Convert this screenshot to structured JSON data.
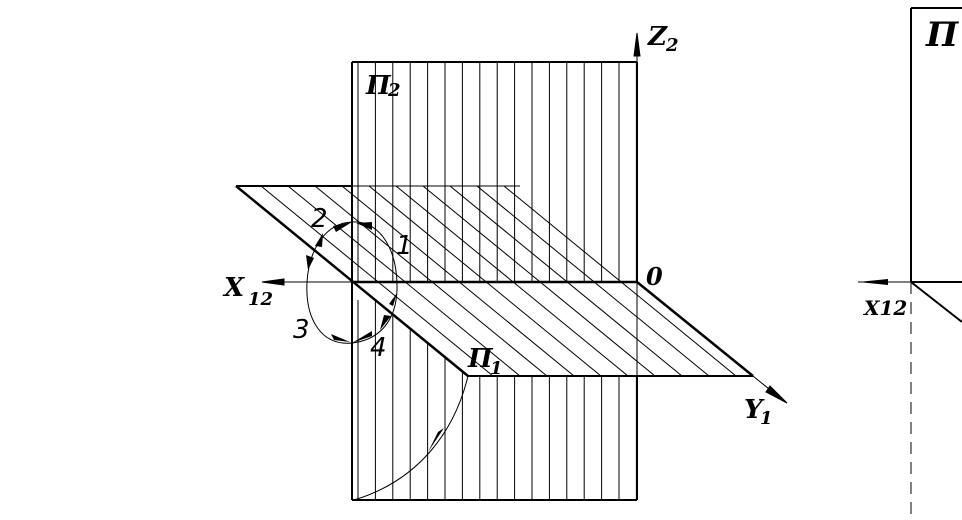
{
  "labels": {
    "z_axis": "Z",
    "z_sub": "2",
    "x_axis": "X",
    "x_sub": "12",
    "y_axis": "Y",
    "y_sub": "1",
    "origin": "0",
    "plane_frontal": "Π",
    "plane_frontal_sub": "2",
    "plane_horizontal": "Π",
    "plane_horizontal_sub": "1",
    "quadrant_1": "1",
    "quadrant_2": "2",
    "quadrant_3": "3",
    "quadrant_4": "4",
    "epure_x_axis": "X12",
    "epure_plane": "Π"
  },
  "colors": {
    "ink": "#000000",
    "background": "#ffffff"
  }
}
